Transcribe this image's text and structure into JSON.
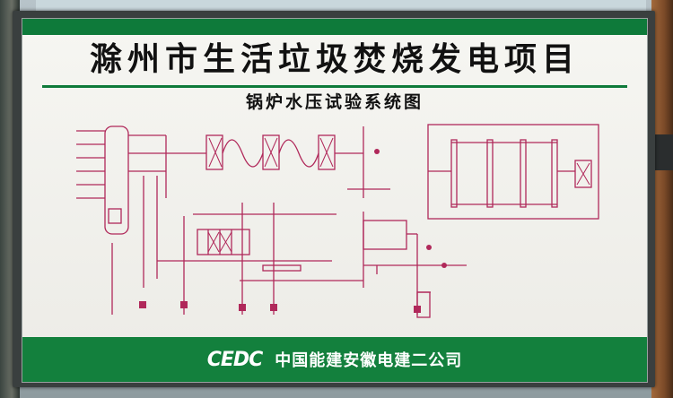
{
  "sign": {
    "title": "滁州市生活垃圾焚烧发电项目",
    "subtitle": "锅炉水压试验系统图",
    "logo_text": "CEDC",
    "company": "中国能建安徽电建二公司"
  },
  "colors": {
    "band_green": "#13803d",
    "pipe": "#b0285a",
    "panel": "#f3f3ee"
  }
}
